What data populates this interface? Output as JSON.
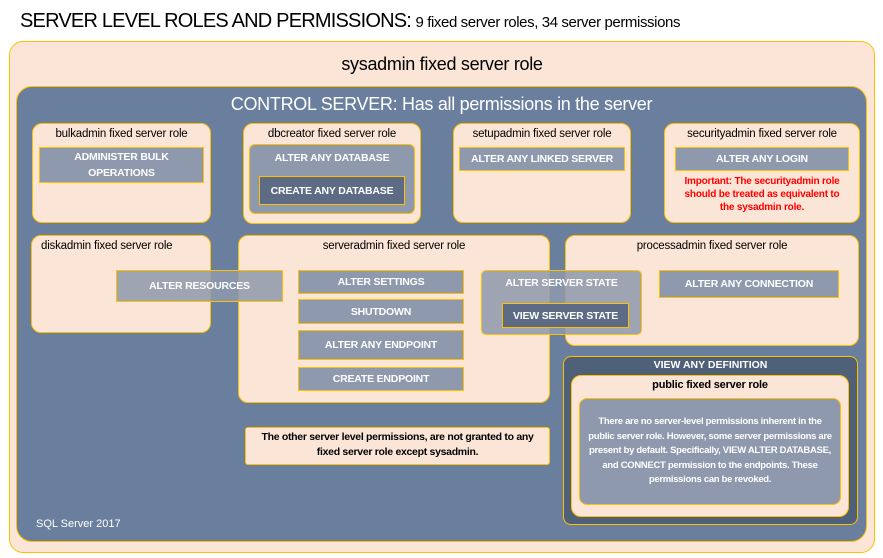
{
  "header": {
    "title": "SERVER LEVEL ROLES AND PERMISSIONS:",
    "subtitle": "9 fixed server roles, 34 server permissions"
  },
  "sysadmin": {
    "title": "sysadmin fixed server role"
  },
  "control_server": {
    "title": "CONTROL SERVER: Has all permissions in the server",
    "footer": "SQL Server 2017"
  },
  "roles": {
    "bulkadmin": {
      "title": "bulkadmin fixed server role",
      "permissions": [
        "ADMINISTER BULK OPERATIONS"
      ]
    },
    "dbcreator": {
      "title": "dbcreator fixed server role",
      "permissions": [
        "ALTER ANY DATABASE",
        "CREATE ANY DATABASE"
      ]
    },
    "setupadmin": {
      "title": "setupadmin fixed server role",
      "permissions": [
        "ALTER ANY LINKED SERVER"
      ]
    },
    "securityadmin": {
      "title": "securityadmin fixed server role",
      "permissions": [
        "ALTER ANY LOGIN"
      ],
      "note": "Important: The securityadmin role should be treated as equivalent to the sysadmin role."
    },
    "diskadmin": {
      "title": "diskadmin fixed server role",
      "permissions": [
        "ALTER RESOURCES"
      ]
    },
    "serveradmin": {
      "title": "serveradmin fixed server role",
      "permissions": [
        "ALTER SETTINGS",
        "SHUTDOWN",
        "ALTER ANY ENDPOINT",
        "CREATE ENDPOINT",
        "ALTER SERVER STATE",
        "VIEW SERVER STATE"
      ]
    },
    "processadmin": {
      "title": "processadmin fixed server role",
      "permissions": [
        "ALTER ANY CONNECTION"
      ]
    },
    "public": {
      "outer_permission": "VIEW ANY DEFINITION",
      "title": "public fixed server role",
      "note": "There are no server-level permissions inherent in the public server role. However, some server permissions are present by default. Specifically, VIEW ALTER DATABASE, and CONNECT permission to the endpoints. These permissions can be revoked."
    }
  },
  "other_note": "The other server level permissions, are not granted to any fixed server role except sysadmin.",
  "colors": {
    "peach": "#FBE5D6",
    "border": "#FFC000",
    "slate": "#6A7F9D",
    "permission": "#8E99AD",
    "permission_dark": "#5D6C84",
    "note_red": "#FF0000"
  }
}
